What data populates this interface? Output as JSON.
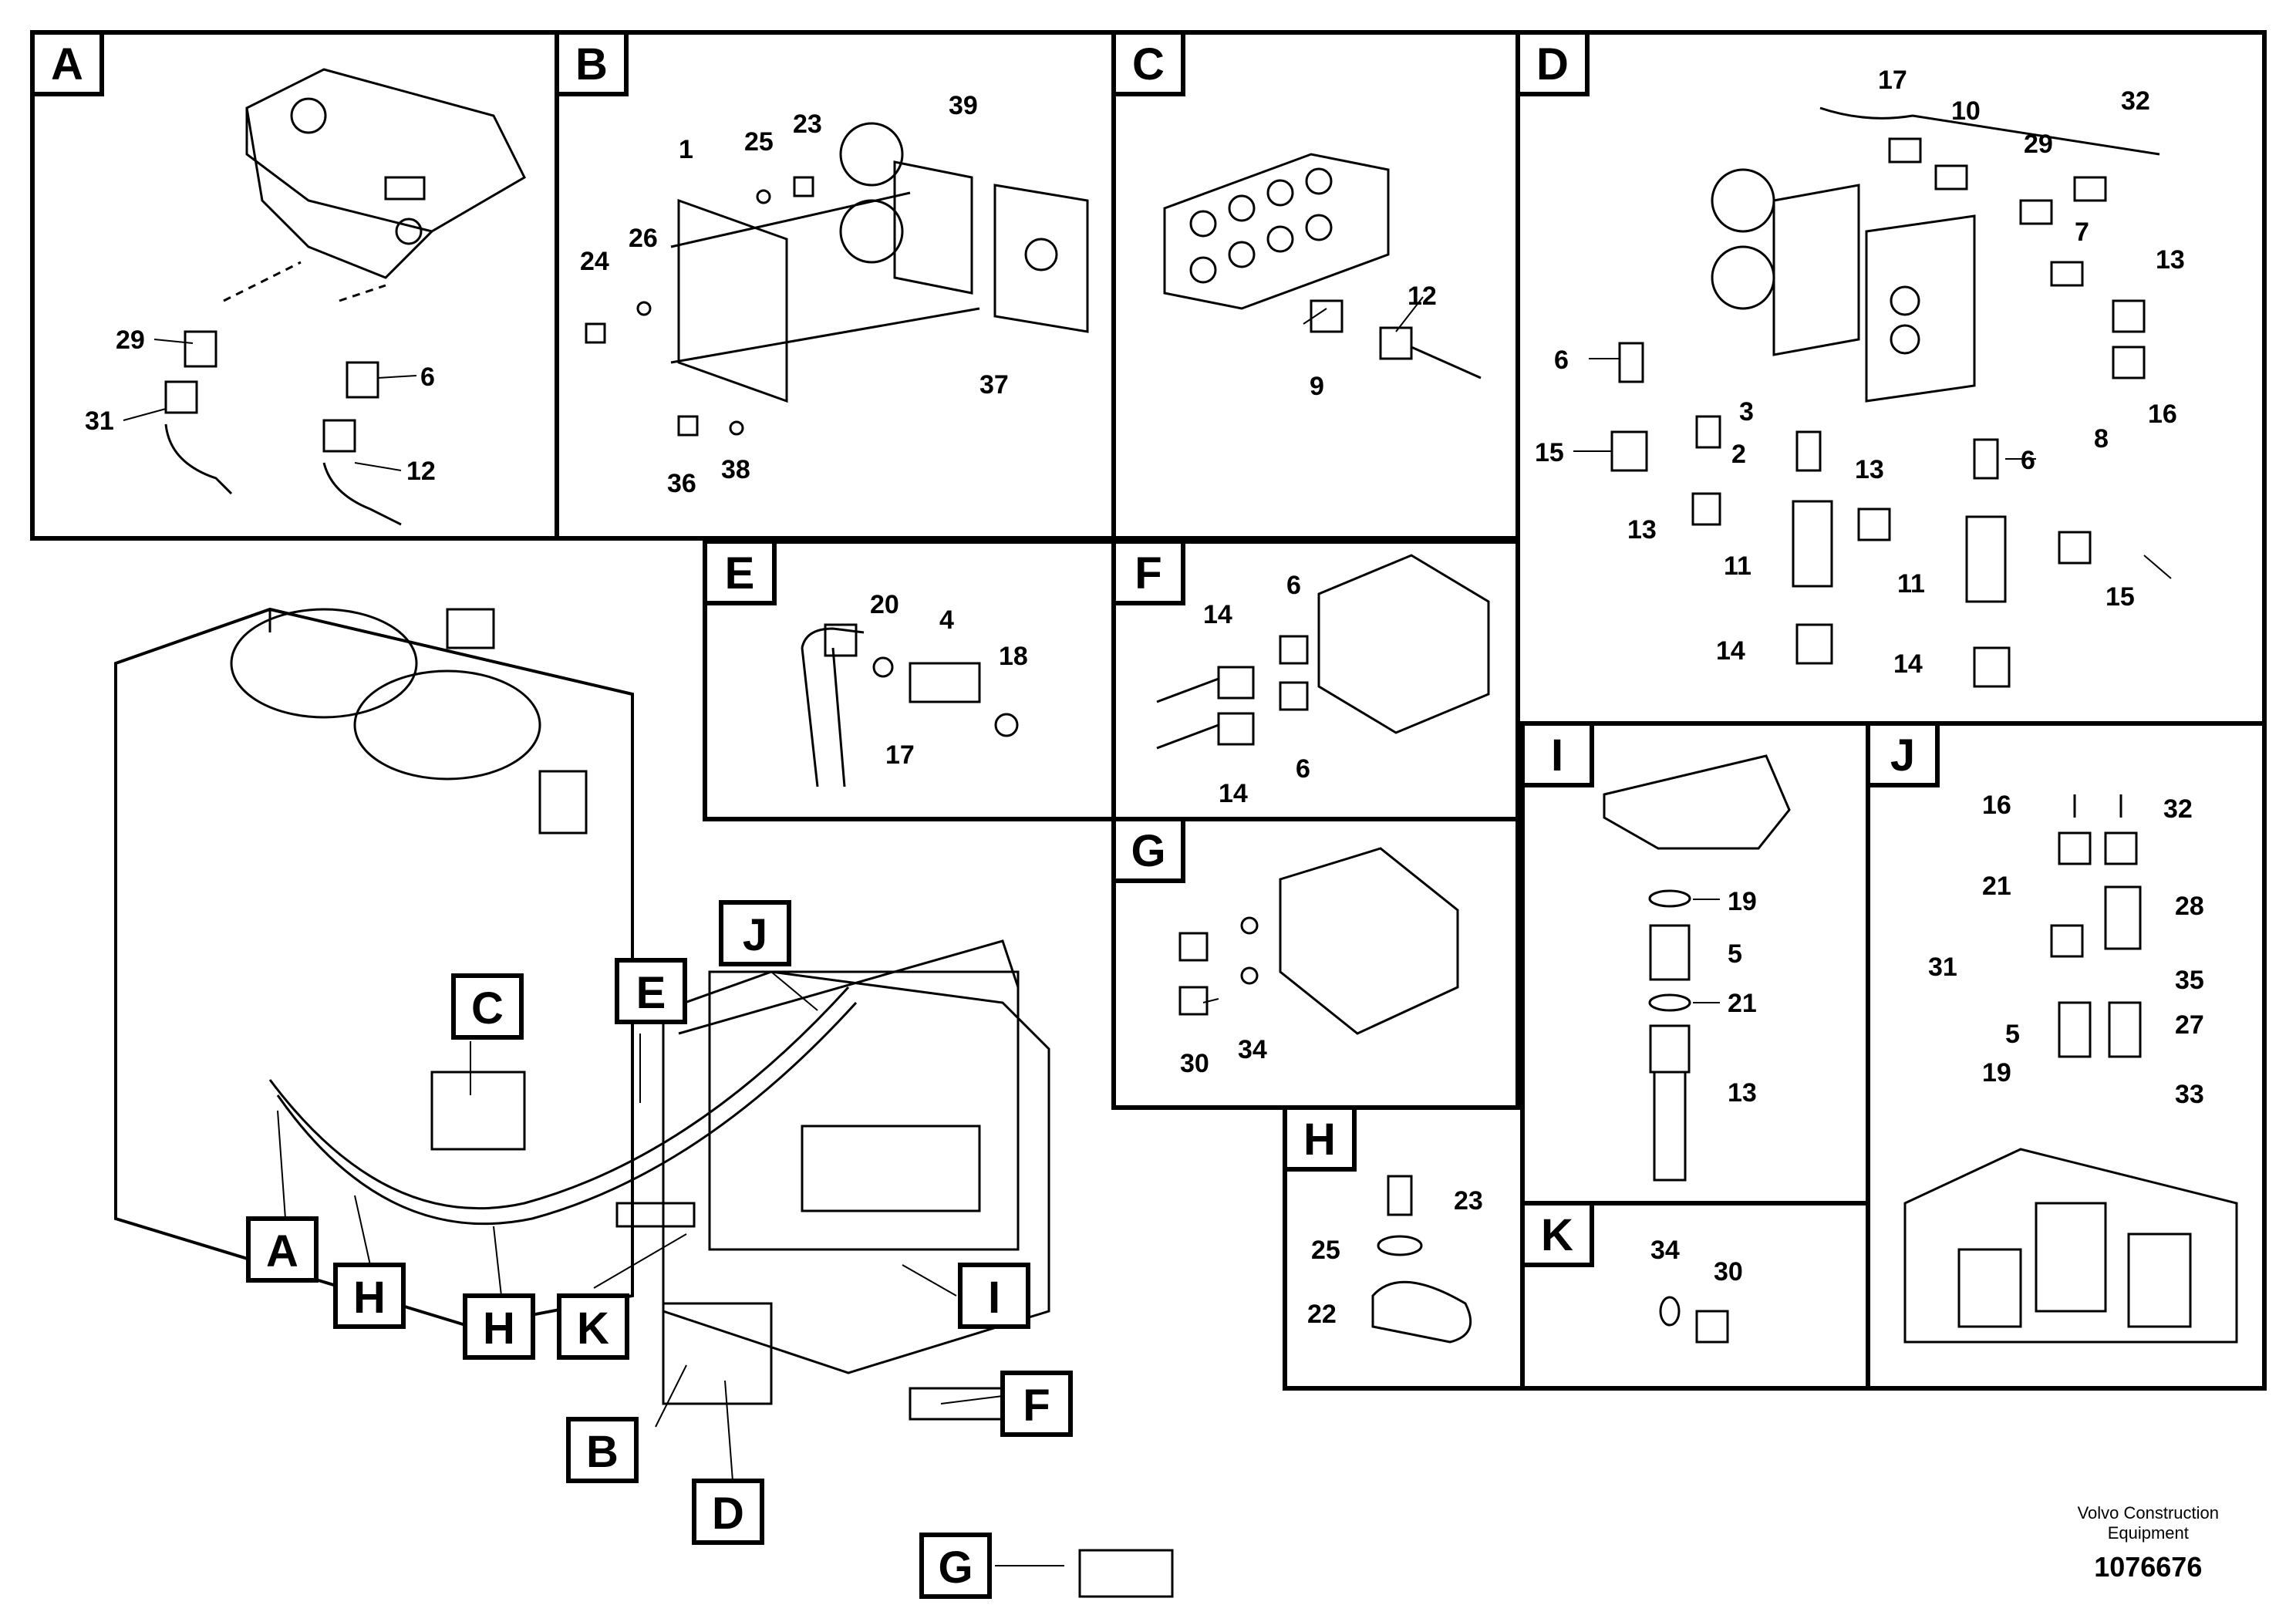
{
  "panels": [
    {
      "id": "A",
      "labels": [
        "29",
        "31",
        "6",
        "12"
      ]
    },
    {
      "id": "B",
      "labels": [
        "1",
        "25",
        "23",
        "39",
        "26",
        "24",
        "37",
        "36",
        "38"
      ]
    },
    {
      "id": "C",
      "labels": [
        "12",
        "9"
      ]
    },
    {
      "id": "D",
      "labels": [
        "17",
        "10",
        "32",
        "29",
        "7",
        "13",
        "6",
        "3",
        "2",
        "13",
        "15",
        "13",
        "8",
        "16",
        "6",
        "11",
        "11",
        "15",
        "14",
        "14"
      ]
    },
    {
      "id": "E",
      "labels": [
        "20",
        "4",
        "18",
        "17"
      ]
    },
    {
      "id": "F",
      "labels": [
        "14",
        "6",
        "6",
        "14"
      ]
    },
    {
      "id": "G",
      "labels": [
        "30",
        "34"
      ]
    },
    {
      "id": "H",
      "labels": [
        "23",
        "25",
        "22"
      ]
    },
    {
      "id": "I",
      "labels": [
        "19",
        "5",
        "21",
        "13"
      ]
    },
    {
      "id": "J",
      "labels": [
        "16",
        "32",
        "21",
        "28",
        "31",
        "35",
        "5",
        "27",
        "19",
        "33"
      ]
    },
    {
      "id": "K",
      "labels": [
        "34",
        "30"
      ]
    }
  ],
  "overview_callouts": [
    "A",
    "H",
    "H",
    "K",
    "B",
    "D",
    "C",
    "E",
    "J",
    "I",
    "F",
    "G"
  ],
  "footer": {
    "company_line1": "Volvo Construction",
    "company_line2": "Equipment",
    "drawing_number": "1076676"
  }
}
